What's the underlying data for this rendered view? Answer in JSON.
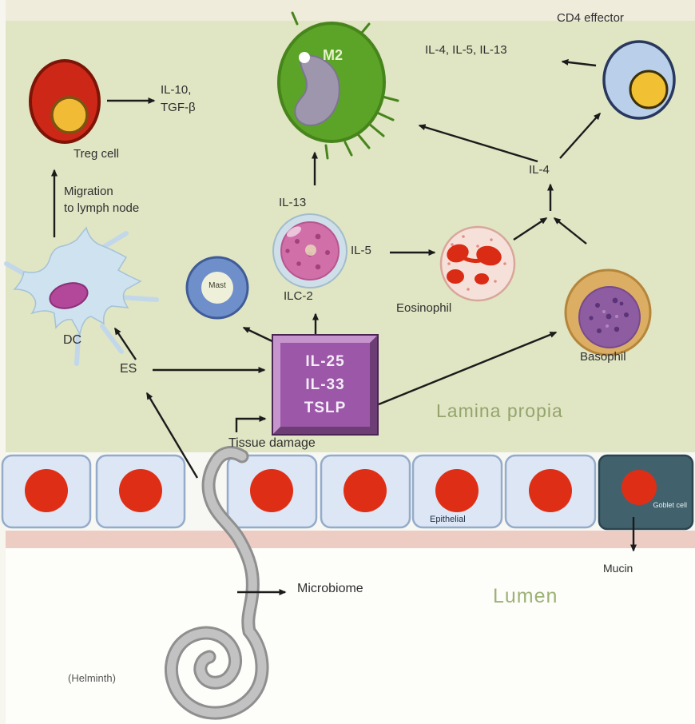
{
  "regions": {
    "lamina_propria": "Lamina propia",
    "lumen": "Lumen"
  },
  "cells": {
    "treg": "Treg cell",
    "dc": "DC",
    "m2": "M2",
    "ilc2": "ILC-2",
    "mast": "Mast",
    "eosinophil": "Eosinophil",
    "basophil": "Basophil",
    "cd4_effector": "CD4 effector",
    "epithelial": "Epithelial",
    "goblet": "Goblet cell",
    "helminth": "(Helminth)"
  },
  "mediators": {
    "treg_line1": "IL-10,",
    "treg_line2": "TGF-β",
    "migration_line1": "Migration",
    "migration_line2": "to lymph node",
    "il13": "IL-13",
    "il5": "IL-5",
    "il4": "IL-4",
    "cd4_cytokines": "IL-4, IL-5, IL-13",
    "alarmin1": "IL-25",
    "alarmin2": "IL-33",
    "alarmin3": "TSLP",
    "es": "ES",
    "tissue_damage": "Tissue damage",
    "microbiome": "Microbiome",
    "mucin": "Mucin"
  },
  "colors": {
    "lamina_bg": "#e0e5c3",
    "lumen_bg": "#fdfdfa",
    "basement_membrane": "#edccc3",
    "alarmin_box": "#9c57a8",
    "treg_red": "#cd2817",
    "m2_green": "#5ba427",
    "ilc2_pink": "#d06fa8",
    "eosinophil_red": "#da2c15",
    "basophil_purple": "#8d5ca1",
    "cd4_blue": "#bacfe9",
    "epithelial_nucleus_red": "#df2e16",
    "goblet_teal": "#41626d",
    "arrow": "#1b1b1b"
  }
}
